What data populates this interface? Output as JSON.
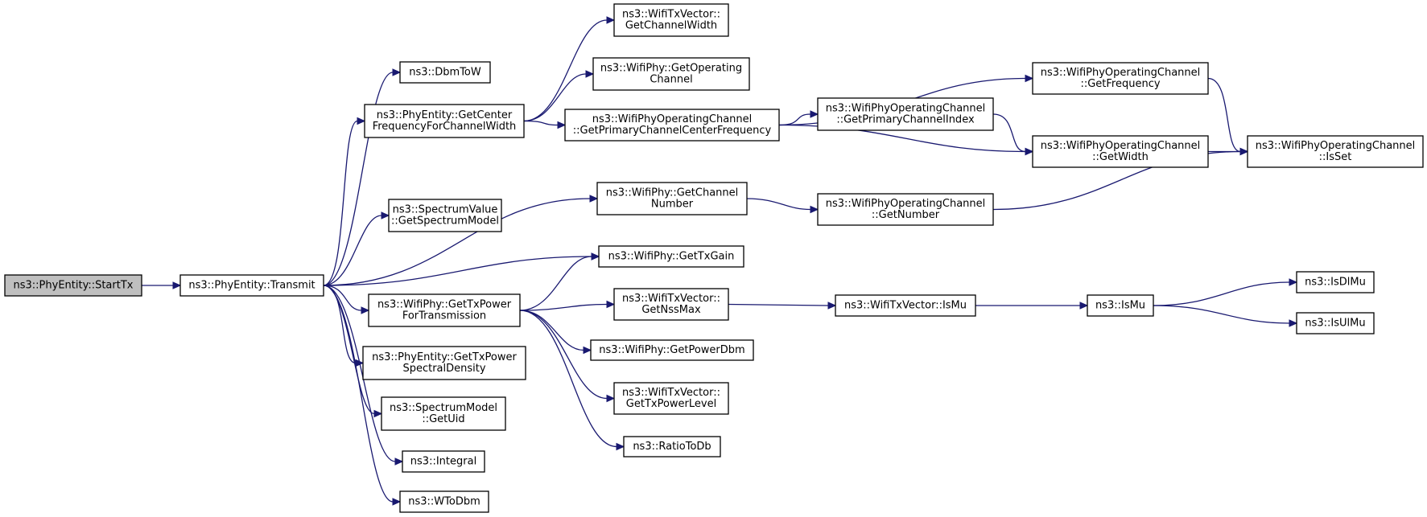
{
  "graph": {
    "title": "",
    "colors": {
      "edge": "#191970",
      "root_fill": "#bfbfbf",
      "node_fill": "#ffffff",
      "node_border": "#000000"
    },
    "nodes": [
      {
        "id": "start",
        "lines": [
          "ns3::PhyEntity::StartTx"
        ],
        "root": true
      },
      {
        "id": "transmit",
        "lines": [
          "ns3::PhyEntity::Transmit"
        ]
      },
      {
        "id": "dbmtow",
        "lines": [
          "ns3::DbmToW"
        ]
      },
      {
        "id": "getcenter",
        "lines": [
          "ns3::PhyEntity::GetCenter",
          "FrequencyForChannelWidth"
        ]
      },
      {
        "id": "tv_getchw",
        "lines": [
          "ns3::WifiTxVector::",
          "GetChannelWidth"
        ]
      },
      {
        "id": "wp_getopch",
        "lines": [
          "ns3::WifiPhy::GetOperating",
          "Channel"
        ]
      },
      {
        "id": "oc_getpccf",
        "lines": [
          "ns3::WifiPhyOperatingChannel",
          "::GetPrimaryChannelCenterFrequency"
        ]
      },
      {
        "id": "oc_getfreq",
        "lines": [
          "ns3::WifiPhyOperatingChannel",
          "::GetFrequency"
        ]
      },
      {
        "id": "oc_getpci",
        "lines": [
          "ns3::WifiPhyOperatingChannel",
          "::GetPrimaryChannelIndex"
        ]
      },
      {
        "id": "oc_getwidth",
        "lines": [
          "ns3::WifiPhyOperatingChannel",
          "::GetWidth"
        ]
      },
      {
        "id": "oc_isset",
        "lines": [
          "ns3::WifiPhyOperatingChannel",
          "::IsSet"
        ]
      },
      {
        "id": "wp_getchnum",
        "lines": [
          "ns3::WifiPhy::GetChannel",
          "Number"
        ]
      },
      {
        "id": "oc_getnumber",
        "lines": [
          "ns3::WifiPhyOperatingChannel",
          "::GetNumber"
        ]
      },
      {
        "id": "sv_getsm",
        "lines": [
          "ns3::SpectrumValue",
          "::GetSpectrumModel"
        ]
      },
      {
        "id": "wp_gettxgain",
        "lines": [
          "ns3::WifiPhy::GetTxGain"
        ]
      },
      {
        "id": "wp_gettxpower",
        "lines": [
          "ns3::WifiPhy::GetTxPower",
          "ForTransmission"
        ]
      },
      {
        "id": "tv_getnssmax",
        "lines": [
          "ns3::WifiTxVector::",
          "GetNssMax"
        ]
      },
      {
        "id": "tv_ismu",
        "lines": [
          "ns3::WifiTxVector::IsMu"
        ]
      },
      {
        "id": "ismu",
        "lines": [
          "ns3::IsMu"
        ]
      },
      {
        "id": "isdlmu",
        "lines": [
          "ns3::IsDlMu"
        ]
      },
      {
        "id": "isulmu",
        "lines": [
          "ns3::IsUlMu"
        ]
      },
      {
        "id": "wp_getpowerdbm",
        "lines": [
          "ns3::WifiPhy::GetPowerDbm"
        ]
      },
      {
        "id": "pe_gettxpsd",
        "lines": [
          "ns3::PhyEntity::GetTxPower",
          "SpectralDensity"
        ]
      },
      {
        "id": "tv_gettxpl",
        "lines": [
          "ns3::WifiTxVector::",
          "GetTxPowerLevel"
        ]
      },
      {
        "id": "sm_getuid",
        "lines": [
          "ns3::SpectrumModel",
          "::GetUid"
        ]
      },
      {
        "id": "ratiotodb",
        "lines": [
          "ns3::RatioToDb"
        ]
      },
      {
        "id": "integral",
        "lines": [
          "ns3::Integral"
        ]
      },
      {
        "id": "wtodbm",
        "lines": [
          "ns3::WToDbm"
        ]
      }
    ],
    "edges": [
      [
        "start",
        "transmit"
      ],
      [
        "transmit",
        "dbmtow"
      ],
      [
        "transmit",
        "getcenter"
      ],
      [
        "transmit",
        "wp_getchnum"
      ],
      [
        "transmit",
        "sv_getsm"
      ],
      [
        "transmit",
        "wp_gettxgain"
      ],
      [
        "transmit",
        "wp_gettxpower"
      ],
      [
        "transmit",
        "pe_gettxpsd"
      ],
      [
        "transmit",
        "sm_getuid"
      ],
      [
        "transmit",
        "integral"
      ],
      [
        "transmit",
        "wtodbm"
      ],
      [
        "getcenter",
        "tv_getchw"
      ],
      [
        "getcenter",
        "wp_getopch"
      ],
      [
        "getcenter",
        "oc_getpccf"
      ],
      [
        "oc_getpccf",
        "oc_getfreq"
      ],
      [
        "oc_getpccf",
        "oc_getpci"
      ],
      [
        "oc_getpccf",
        "oc_getwidth"
      ],
      [
        "oc_getpci",
        "oc_getwidth"
      ],
      [
        "oc_getfreq",
        "oc_isset"
      ],
      [
        "oc_getwidth",
        "oc_isset"
      ],
      [
        "wp_getchnum",
        "oc_getnumber"
      ],
      [
        "oc_getnumber",
        "oc_isset"
      ],
      [
        "wp_gettxpower",
        "wp_gettxgain"
      ],
      [
        "wp_gettxpower",
        "tv_getnssmax"
      ],
      [
        "wp_gettxpower",
        "wp_getpowerdbm"
      ],
      [
        "wp_gettxpower",
        "tv_gettxpl"
      ],
      [
        "wp_gettxpower",
        "ratiotodb"
      ],
      [
        "tv_getnssmax",
        "tv_ismu"
      ],
      [
        "tv_ismu",
        "ismu"
      ],
      [
        "ismu",
        "isdlmu"
      ],
      [
        "ismu",
        "isulmu"
      ]
    ]
  }
}
